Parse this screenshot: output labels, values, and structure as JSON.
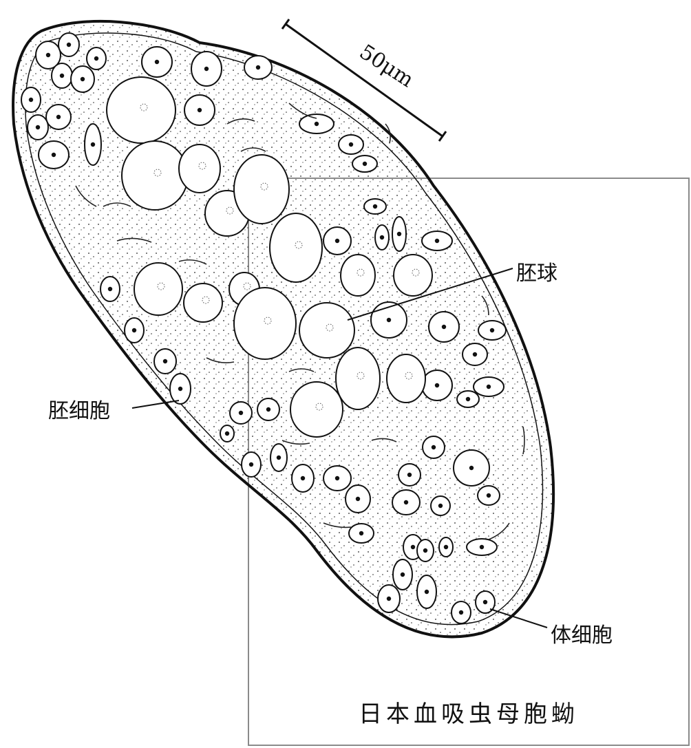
{
  "figure": {
    "title": "日本血吸虫母胞蚴",
    "scale_bar_label": "50μm",
    "labels": {
      "germ_ball": "胚球",
      "germ_cell": "胚细胞",
      "somatic_cell": "体细胞"
    }
  }
}
